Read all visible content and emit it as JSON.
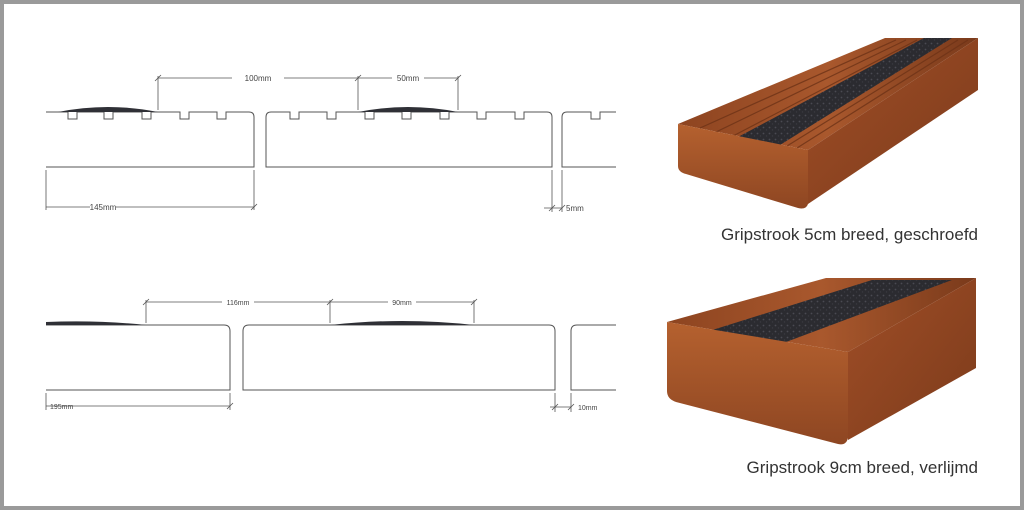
{
  "diagram_top": {
    "dim_spacing": "100mm",
    "dim_strip_width": "50mm",
    "dim_board_width": "145mm",
    "dim_gap": "5mm"
  },
  "diagram_bottom": {
    "dim_spacing": "116mm",
    "dim_strip_width": "90mm",
    "dim_board_width": "195mm",
    "dim_gap": "10mm"
  },
  "captions": {
    "top": "Gripstrook 5cm breed, geschroefd",
    "bottom": "Gripstrook 9cm breed, verlijmd"
  },
  "colors": {
    "wood": "#a9542a",
    "grip": "#2b2b30",
    "line": "#555555"
  }
}
